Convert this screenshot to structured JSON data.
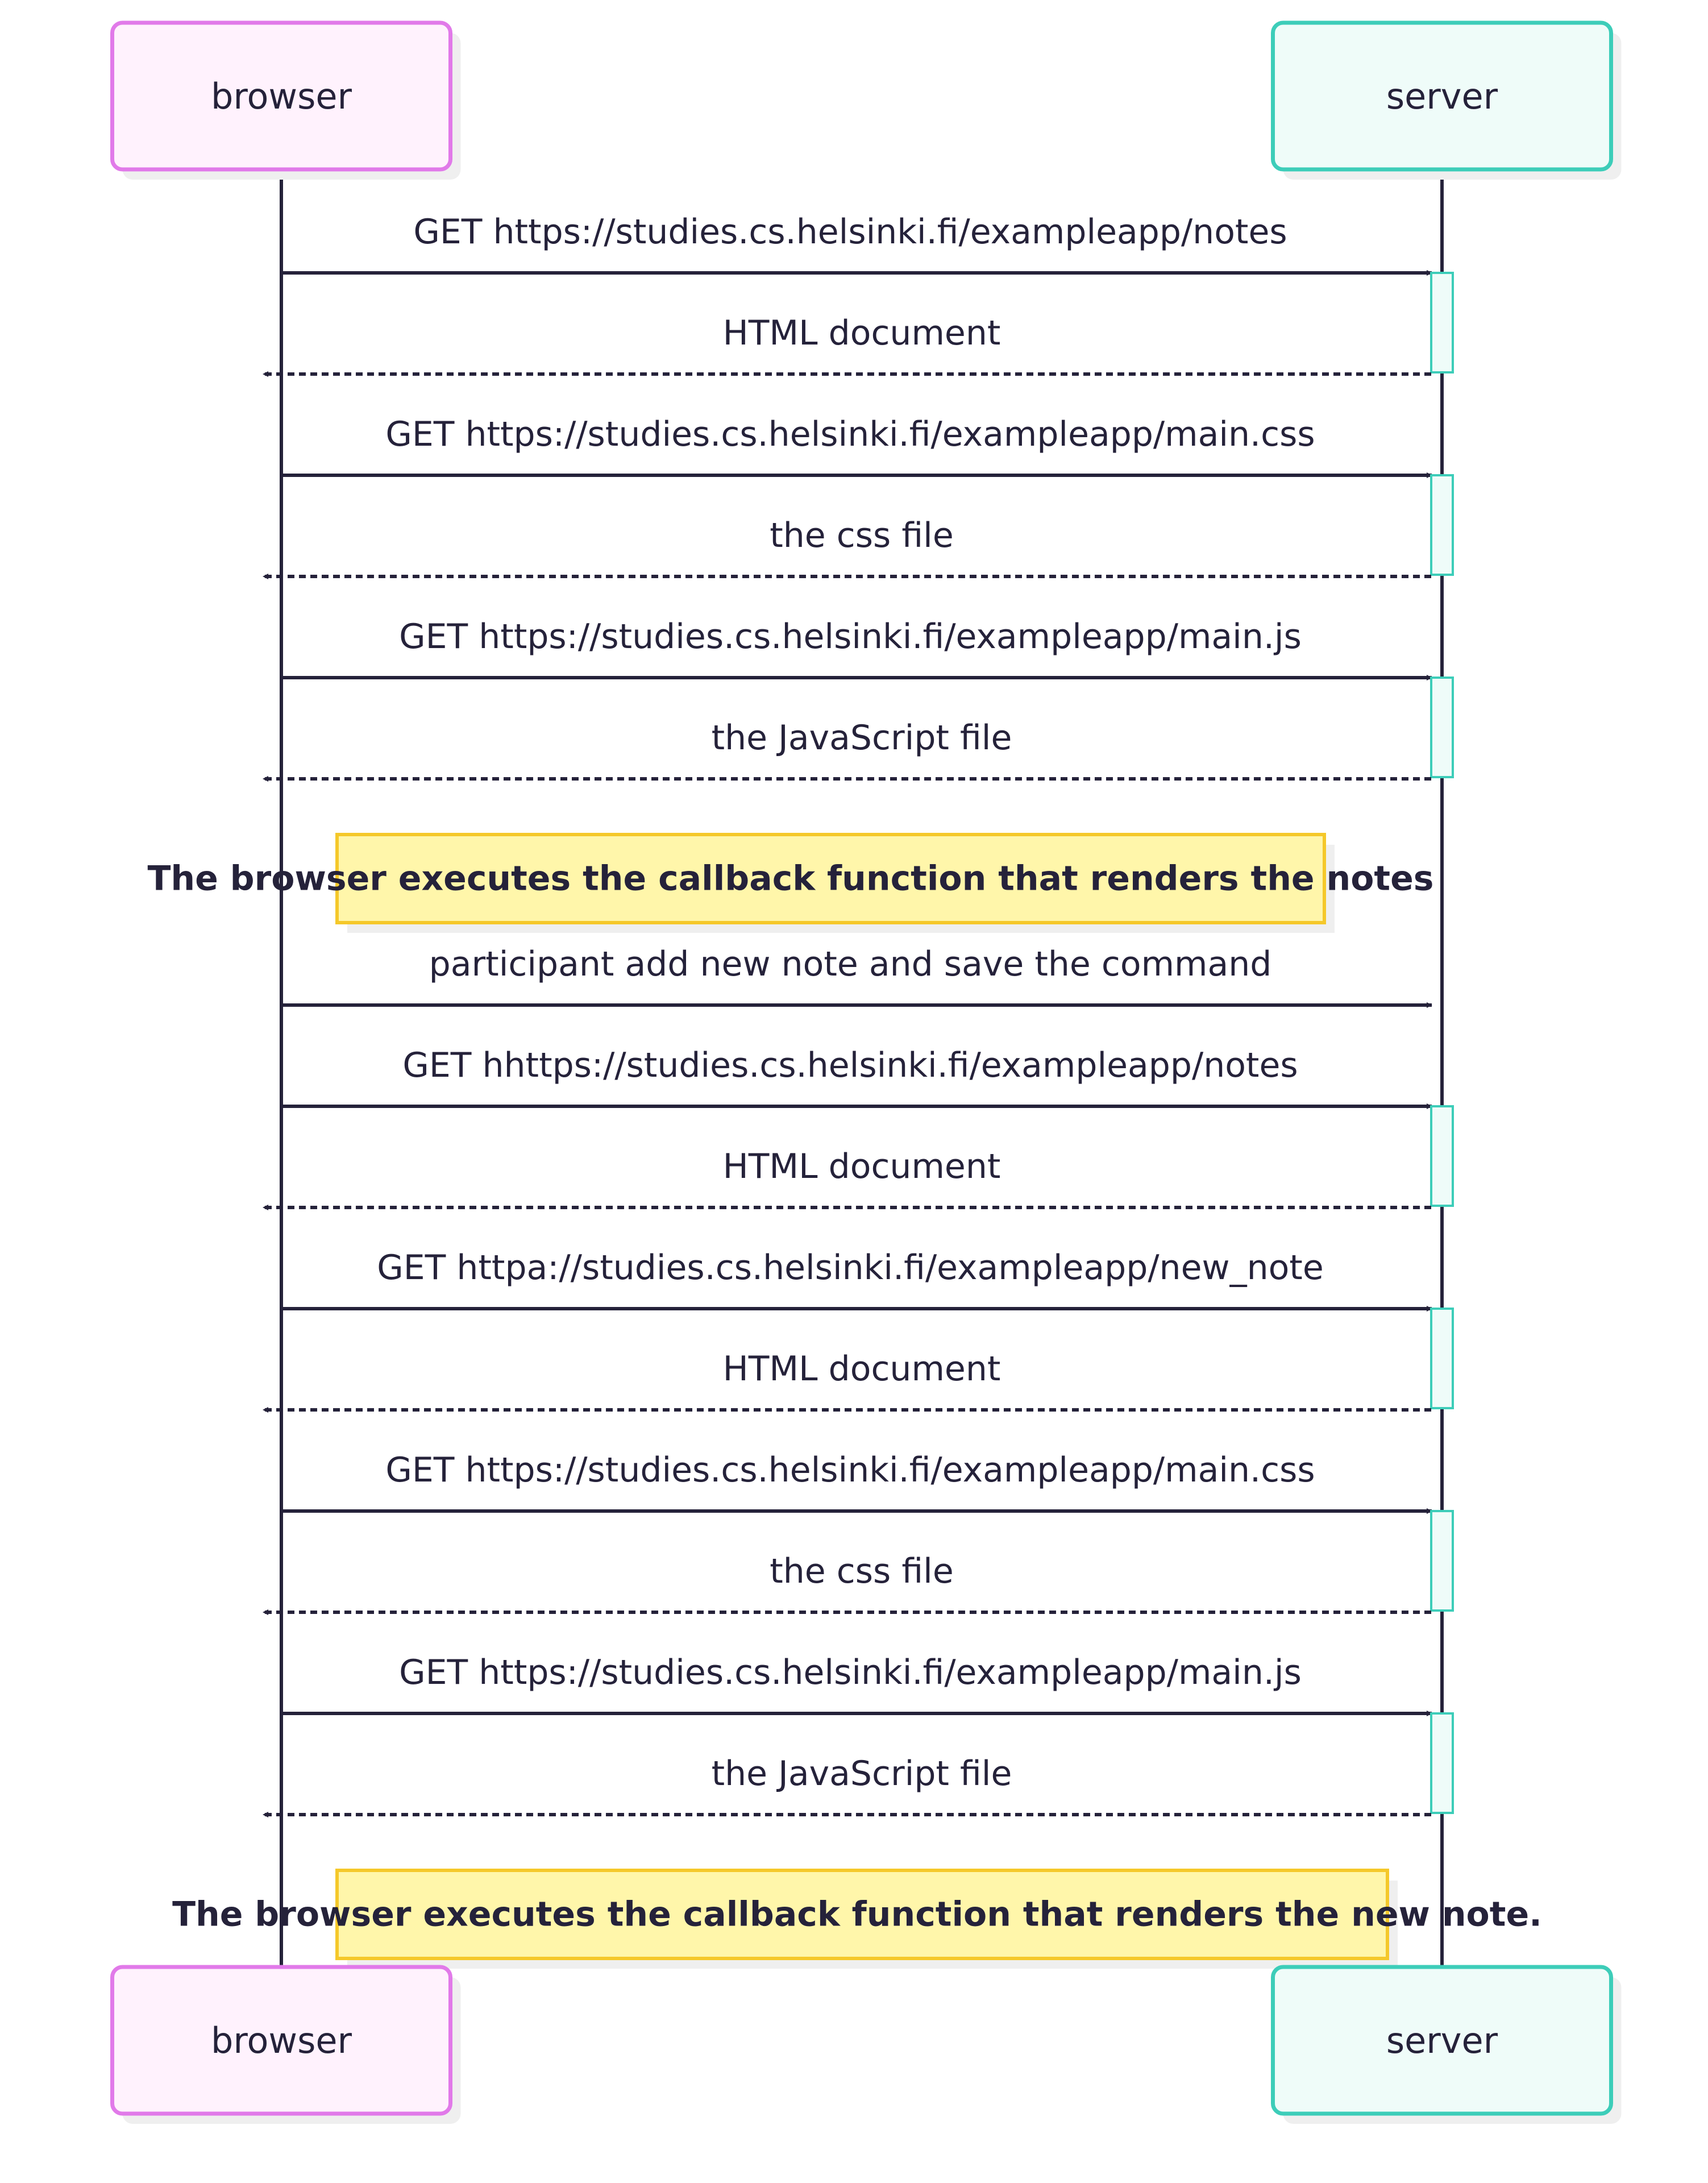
{
  "diagram": {
    "type": "sequence",
    "participants": [
      {
        "id": "browser",
        "label": "browser",
        "border": "#e17ae9",
        "fill": "#fff2fd"
      },
      {
        "id": "server",
        "label": "server",
        "border": "#3dcdb9",
        "fill": "#effcf9"
      }
    ],
    "steps": [
      {
        "kind": "message",
        "from": "browser",
        "to": "server",
        "style": "solid",
        "label": "GET https://studies.cs.helsinki.fi/exampleapp/notes",
        "activate": true
      },
      {
        "kind": "message",
        "from": "server",
        "to": "browser",
        "style": "dashed",
        "label": "HTML document"
      },
      {
        "kind": "message",
        "from": "browser",
        "to": "server",
        "style": "solid",
        "label": "GET https://studies.cs.helsinki.fi/exampleapp/main.css",
        "activate": true
      },
      {
        "kind": "message",
        "from": "server",
        "to": "browser",
        "style": "dashed",
        "label": "the css file"
      },
      {
        "kind": "message",
        "from": "browser",
        "to": "server",
        "style": "solid",
        "label": "GET https://studies.cs.helsinki.fi/exampleapp/main.js",
        "activate": true
      },
      {
        "kind": "message",
        "from": "server",
        "to": "browser",
        "style": "dashed",
        "label": "the JavaScript file"
      },
      {
        "kind": "note",
        "label": "The browser executes the callback function that renders the notes"
      },
      {
        "kind": "message",
        "from": "browser",
        "to": "server",
        "style": "solid",
        "label": "participant add new note and save the command",
        "activate": false
      },
      {
        "kind": "message",
        "from": "browser",
        "to": "server",
        "style": "solid",
        "label": "GET hhttps://studies.cs.helsinki.fi/exampleapp/notes",
        "activate": true
      },
      {
        "kind": "message",
        "from": "server",
        "to": "browser",
        "style": "dashed",
        "label": "HTML document"
      },
      {
        "kind": "message",
        "from": "browser",
        "to": "server",
        "style": "solid",
        "label": "GET httpa://studies.cs.helsinki.fi/exampleapp/new_note",
        "activate": true
      },
      {
        "kind": "message",
        "from": "server",
        "to": "browser",
        "style": "dashed",
        "label": "HTML document"
      },
      {
        "kind": "message",
        "from": "browser",
        "to": "server",
        "style": "solid",
        "label": "GET https://studies.cs.helsinki.fi/exampleapp/main.css",
        "activate": true
      },
      {
        "kind": "message",
        "from": "server",
        "to": "browser",
        "style": "dashed",
        "label": "the css file"
      },
      {
        "kind": "message",
        "from": "browser",
        "to": "server",
        "style": "solid",
        "label": "GET https://studies.cs.helsinki.fi/exampleapp/main.js",
        "activate": true
      },
      {
        "kind": "message",
        "from": "server",
        "to": "browser",
        "style": "dashed",
        "label": "the JavaScript file"
      },
      {
        "kind": "note",
        "label": "The browser executes the callback function that renders the new note."
      }
    ],
    "colors": {
      "line": "#25223a",
      "text": "#25223a",
      "activation_border": "#3dcdb9",
      "activation_fill": "#effcf9",
      "note_border": "#f5c82a",
      "note_fill": "#fff6aa",
      "shadow": "#efefef"
    }
  }
}
